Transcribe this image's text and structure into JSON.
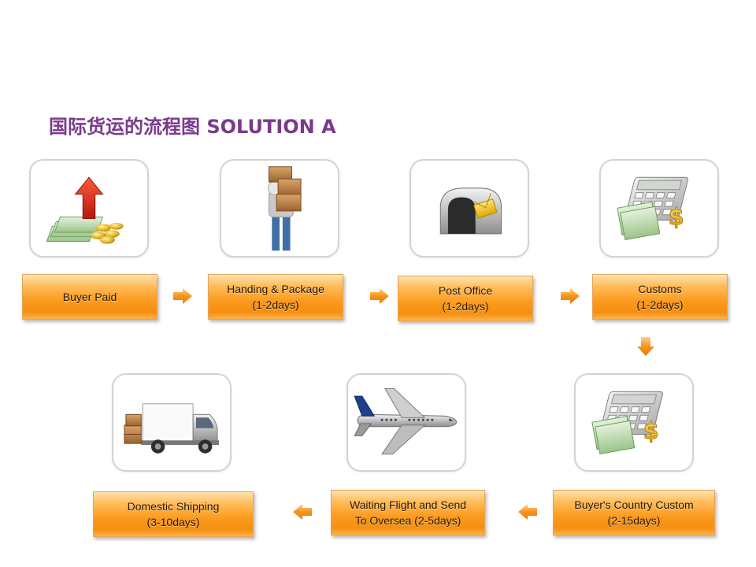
{
  "title": "国际货运的流程图 SOLUTION A",
  "steps": [
    {
      "icon": "money-up-arrow-icon",
      "line1": "Buyer Paid",
      "line2": ""
    },
    {
      "icon": "person-carrying-boxes-icon",
      "line1": "Handing & Package",
      "line2": "(1-2days)"
    },
    {
      "icon": "mailbox-icon",
      "line1": "Post Office",
      "line2": "(1-2days)"
    },
    {
      "icon": "calculator-money-icon",
      "line1": "Customs",
      "line2": "(1-2days)"
    },
    {
      "icon": "calculator-money-icon",
      "line1": "Buyer's Country Custom",
      "line2": "(2-15days)"
    },
    {
      "icon": "airplane-icon",
      "line1": "Waiting Flight and Send",
      "line2": "To Oversea (2-5days)"
    },
    {
      "icon": "delivery-truck-icon",
      "line1": "Domestic Shipping",
      "line2": "(3-10days)"
    }
  ],
  "colors": {
    "title": "#7a3a8c",
    "box_orange": "#f7941d",
    "arrow": "#f7941d"
  }
}
